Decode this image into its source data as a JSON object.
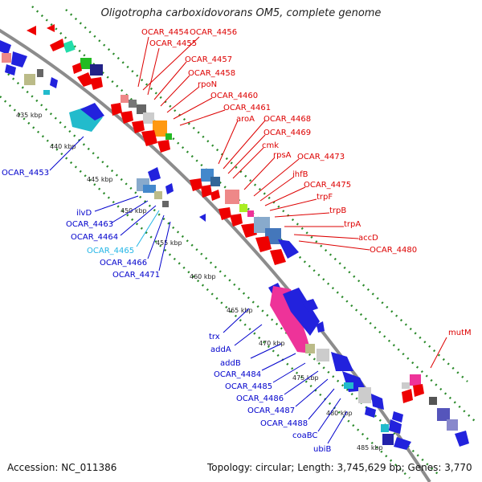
{
  "title": "Oligotropha carboxidovorans OM5, complete genome",
  "footer": {
    "accession": "Accession: NC_011386",
    "topology": "Topology: circular; Length: 3,745,629 bp; Genes: 3,770"
  },
  "kbp_labels": [
    "435 kbp",
    "440 kbp",
    "445 kbp",
    "450 kbp",
    "455 kbp",
    "460 kbp",
    "465 kbp",
    "470 kbp",
    "475 kbp",
    "480 kbp",
    "485 kbp"
  ],
  "red_labels": [
    "OCAR_4454",
    "OCAR_4456",
    "OCAR_4455",
    "OCAR_4457",
    "OCAR_4458",
    "rpoN",
    "OCAR_4460",
    "OCAR_4461",
    "aroA",
    "OCAR_4468",
    "OCAR_4469",
    "cmk",
    "rpsA",
    "OCAR_4473",
    "ihfB",
    "OCAR_4475",
    "trpF",
    "trpB",
    "trpA",
    "accD",
    "OCAR_4480",
    "mutM"
  ],
  "blue_labels": [
    "OCAR_4453",
    "ilvD",
    "OCAR_4463",
    "OCAR_4464",
    "OCAR_4465",
    "OCAR_4466",
    "OCAR_4471",
    "trx",
    "addA",
    "addB",
    "OCAR_4484",
    "OCAR_4485",
    "OCAR_4486",
    "OCAR_4487",
    "OCAR_4488",
    "coaBC",
    "ubiB"
  ],
  "colors": {
    "forward_label": "#dd0000",
    "reverse_label": "#0000cc",
    "highlight_label": "#22b5e6",
    "backbone": "#8c8c8c",
    "dots": "#2a8a2a"
  }
}
